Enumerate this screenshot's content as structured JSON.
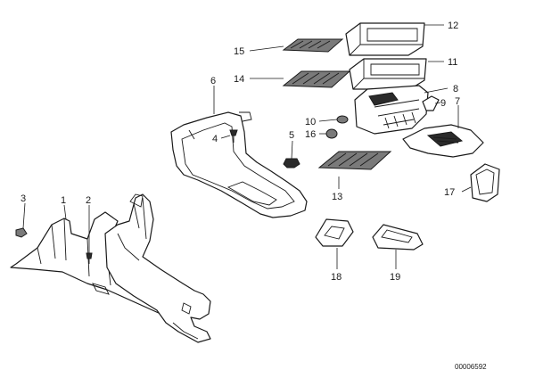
{
  "diagram": {
    "callouts": [
      {
        "id": "callout-1",
        "label": "1"
      },
      {
        "id": "callout-2",
        "label": "2"
      },
      {
        "id": "callout-3",
        "label": "3"
      },
      {
        "id": "callout-4",
        "label": "4"
      },
      {
        "id": "callout-5",
        "label": "5"
      },
      {
        "id": "callout-6",
        "label": "6"
      },
      {
        "id": "callout-7",
        "label": "7"
      },
      {
        "id": "callout-8",
        "label": "8"
      },
      {
        "id": "callout-9",
        "label": "9"
      },
      {
        "id": "callout-10",
        "label": "10"
      },
      {
        "id": "callout-11",
        "label": "11"
      },
      {
        "id": "callout-12",
        "label": "12"
      },
      {
        "id": "callout-13",
        "label": "13"
      },
      {
        "id": "callout-14",
        "label": "14"
      },
      {
        "id": "callout-15",
        "label": "15"
      },
      {
        "id": "callout-16",
        "label": "16"
      },
      {
        "id": "callout-17",
        "label": "17"
      },
      {
        "id": "callout-18",
        "label": "18"
      },
      {
        "id": "callout-19",
        "label": "19"
      }
    ],
    "document_number": "00006592"
  }
}
